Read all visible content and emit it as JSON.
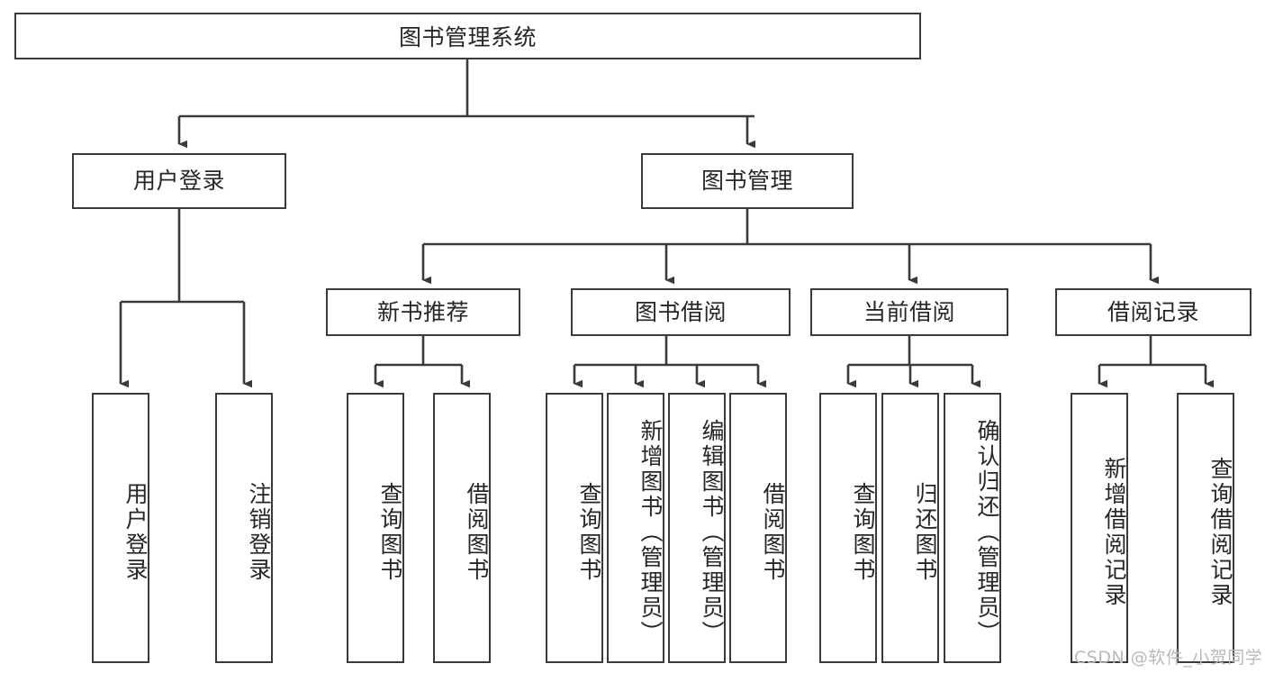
{
  "diagram": {
    "type": "tree-hierarchy",
    "title": "图书管理系统",
    "watermark": "CSDN @软件_小贺同学",
    "colors": {
      "stroke": "#3a3a3a",
      "fill": "#ffffff",
      "text": "#262626",
      "watermark": "#b9b9b9"
    },
    "root": {
      "label": "图书管理系统"
    },
    "level2": [
      {
        "id": "user-login",
        "label": "用户登录"
      },
      {
        "id": "book-manage",
        "label": "图书管理"
      }
    ],
    "level3": [
      {
        "id": "new-book-recommend",
        "label": "新书推荐"
      },
      {
        "id": "book-borrow",
        "label": "图书借阅"
      },
      {
        "id": "current-borrow",
        "label": "当前借阅"
      },
      {
        "id": "borrow-record",
        "label": "借阅记录"
      }
    ],
    "leaves": {
      "user_login": [
        {
          "id": "leaf-user-login",
          "label": "用户登录"
        },
        {
          "id": "leaf-user-logout",
          "label": "注销登录"
        }
      ],
      "new_book_recommend": [
        {
          "id": "leaf-query-book-1",
          "label": "查询图书"
        },
        {
          "id": "leaf-borrow-book-1",
          "label": "借阅图书"
        }
      ],
      "book_borrow": [
        {
          "id": "leaf-query-book-2",
          "label": "查询图书"
        },
        {
          "id": "leaf-add-book",
          "label": "新增图书（管理员）"
        },
        {
          "id": "leaf-edit-book",
          "label": "编辑图书（管理员）"
        },
        {
          "id": "leaf-borrow-book-2",
          "label": "借阅图书"
        }
      ],
      "current_borrow": [
        {
          "id": "leaf-query-book-3",
          "label": "查询图书"
        },
        {
          "id": "leaf-return-book",
          "label": "归还图书"
        },
        {
          "id": "leaf-confirm-return",
          "label": "确认归还（管理员）"
        }
      ],
      "borrow_record": [
        {
          "id": "leaf-add-record",
          "label": "新增借阅记录"
        },
        {
          "id": "leaf-query-record",
          "label": "查询借阅记录"
        }
      ]
    }
  }
}
